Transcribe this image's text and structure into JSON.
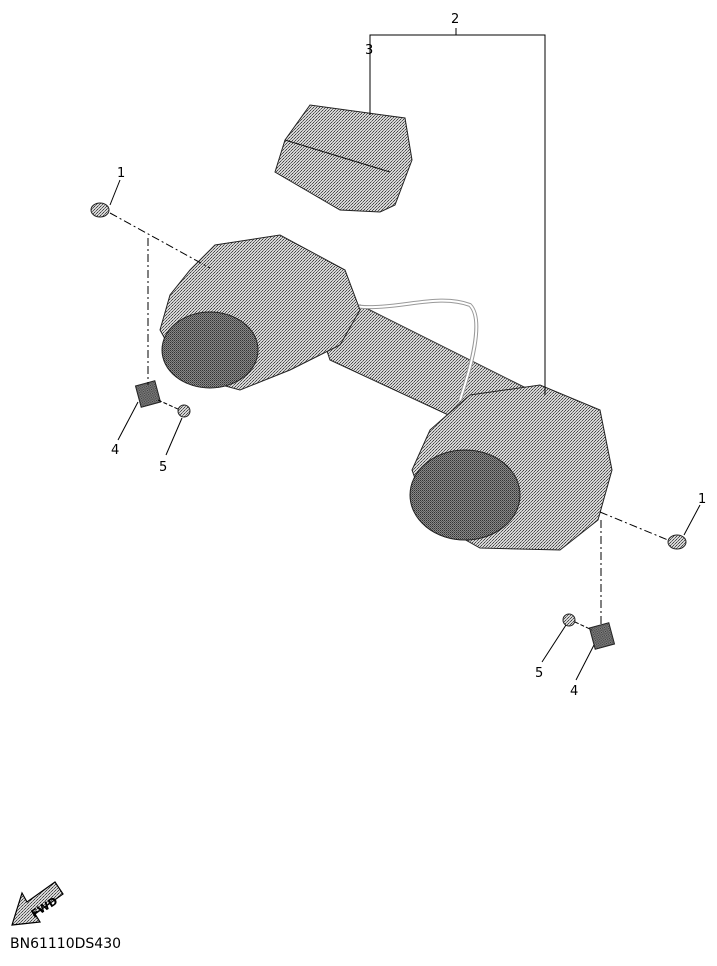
{
  "diagram": {
    "callouts": [
      {
        "id": "c2",
        "label": "2"
      },
      {
        "id": "c3",
        "label": "3"
      },
      {
        "id": "c1a",
        "label": "1"
      },
      {
        "id": "c4a",
        "label": "4"
      },
      {
        "id": "c5a",
        "label": "5"
      },
      {
        "id": "c1b",
        "label": "1"
      },
      {
        "id": "c5b",
        "label": "5"
      },
      {
        "id": "c4b",
        "label": "4"
      }
    ],
    "fwd_label": "FWD",
    "diagram_code": "BN61110DS430",
    "colors": {
      "line": "#000000",
      "part_fill": "#9a9a9a",
      "background": "#ffffff"
    }
  }
}
